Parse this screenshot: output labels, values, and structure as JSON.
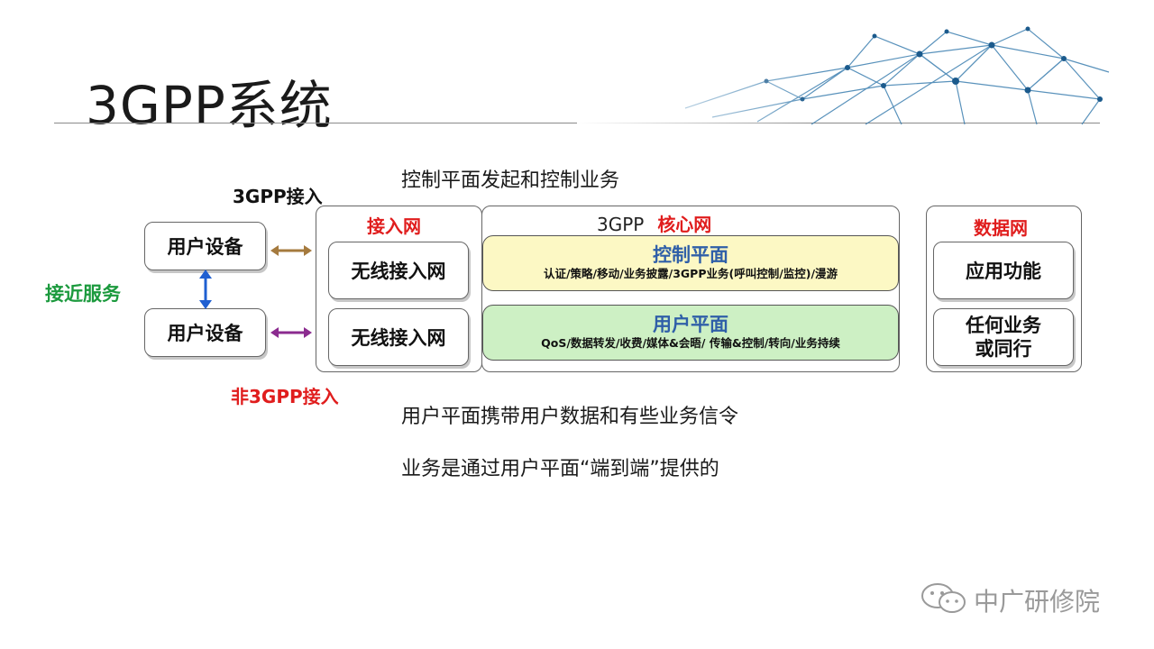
{
  "title": "3GPP系统",
  "annotations": {
    "control_initiates": "控制平面发起和控制业务",
    "user_plane_carries": "用户平面携带用户数据和有些业务信令",
    "end_to_end": "业务是通过用户平面“端到端”提供的"
  },
  "diagram": {
    "access_3gpp": "3GPP接入",
    "access_non3gpp": "非3GPP接入",
    "proximity": "接近服务",
    "ue_1": "用户设备",
    "ue_2": "用户设备",
    "access_network": {
      "header": "接入网",
      "ran_1": "无线接入网",
      "ran_2": "无线接入网"
    },
    "core": {
      "header_prefix": "3GPP",
      "header_suffix": "核心网",
      "control_plane": {
        "title": "控制平面",
        "desc": "认证/策略/移动/业务披露/3GPP业务(呼叫控制/监控)/漫游"
      },
      "user_plane": {
        "title": "用户平面",
        "desc": "QoS/数据转发/收费/媒体&会晤/ 传输&控制/转向/业务持续"
      }
    },
    "data_network": {
      "header": "数据网",
      "app_function": "应用功能",
      "any_service_line1": "任何业务",
      "any_service_line2": "或同行"
    }
  },
  "watermark": "中广研修院",
  "colors": {
    "red": "#e01d1d",
    "green": "#1c9a3e",
    "blue_title": "#2f5fa8",
    "control_fill": "#fcf8c4",
    "user_fill": "#cdf0c4",
    "arrow_brown": "#a57a3e",
    "arrow_purple": "#8b2b8f",
    "arrow_blue": "#1f5fd1"
  }
}
